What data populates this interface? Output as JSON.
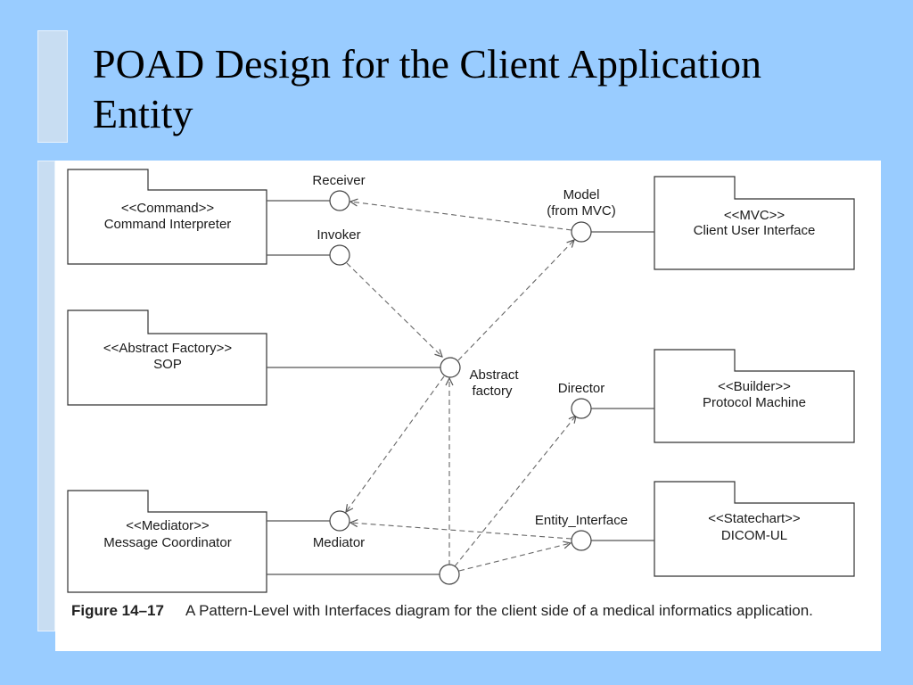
{
  "slide": {
    "title_line1": "POAD Design for the Client Application",
    "title_line2": "Entity"
  },
  "packages": {
    "command": {
      "stereotype": "<<Command>>",
      "name": "Command Interpreter"
    },
    "abstract_factory": {
      "stereotype": "<<Abstract Factory>>",
      "name": "SOP"
    },
    "mediator": {
      "stereotype": "<<Mediator>>",
      "name": "Message Coordinator"
    },
    "mvc": {
      "stereotype": "<<MVC>>",
      "name": "Client User Interface"
    },
    "builder": {
      "stereotype": "<<Builder>>",
      "name": "Protocol Machine"
    },
    "statechart": {
      "stereotype": "<<Statechart>>",
      "name": "DICOM-UL"
    }
  },
  "interfaces": {
    "receiver": "Receiver",
    "invoker": "Invoker",
    "model_line1": "Model",
    "model_line2": "(from MVC)",
    "abstract_factory_line1": "Abstract",
    "abstract_factory_line2": "factory",
    "director": "Director",
    "mediator": "Mediator",
    "entity_interface": "Entity_Interface"
  },
  "caption": {
    "figure_number": "Figure 14–17",
    "text": "A Pattern-Level with Interfaces diagram for the client side of a medical informatics application."
  }
}
